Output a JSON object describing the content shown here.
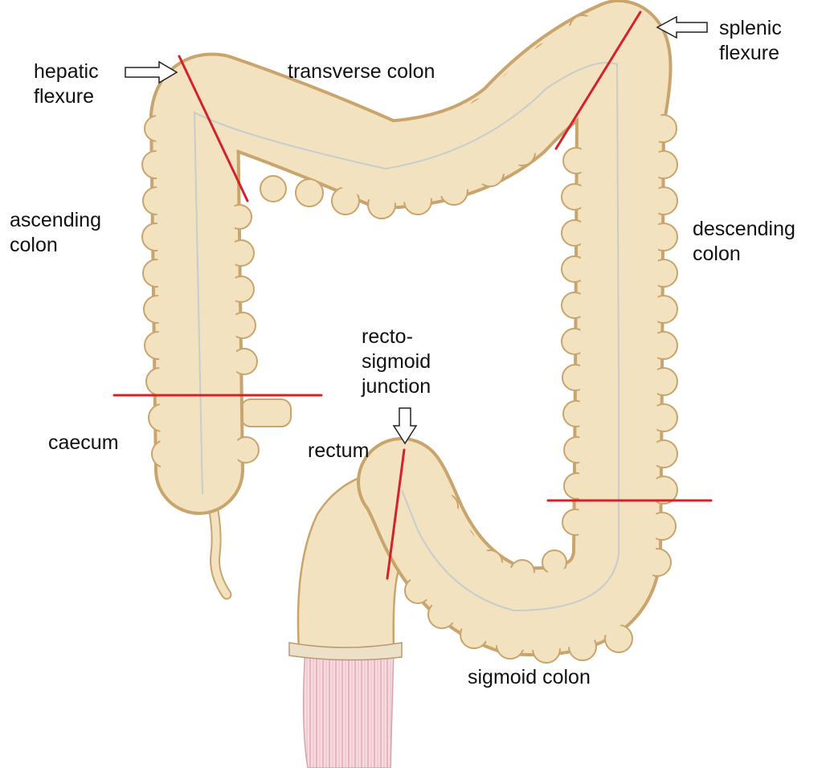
{
  "labels": {
    "hepatic_flexure": [
      "hepatic",
      "flexure"
    ],
    "transverse_colon": "transverse colon",
    "splenic_flexure": [
      "splenic",
      "flexure"
    ],
    "ascending_colon": [
      "ascending",
      "colon"
    ],
    "descending_colon": [
      "descending",
      "colon"
    ],
    "recto_sigmoid_junction": [
      "recto-",
      "sigmoid",
      "junction"
    ],
    "caecum": "caecum",
    "rectum": "rectum",
    "sigmoid_colon": "sigmoid colon"
  },
  "colors": {
    "colon_fill": "#f3e2c0",
    "colon_outline": "#c9a46c",
    "boundary_line": "#d3222a",
    "rectum_tissue": "#f2cfd6",
    "background": "#ffffff"
  }
}
